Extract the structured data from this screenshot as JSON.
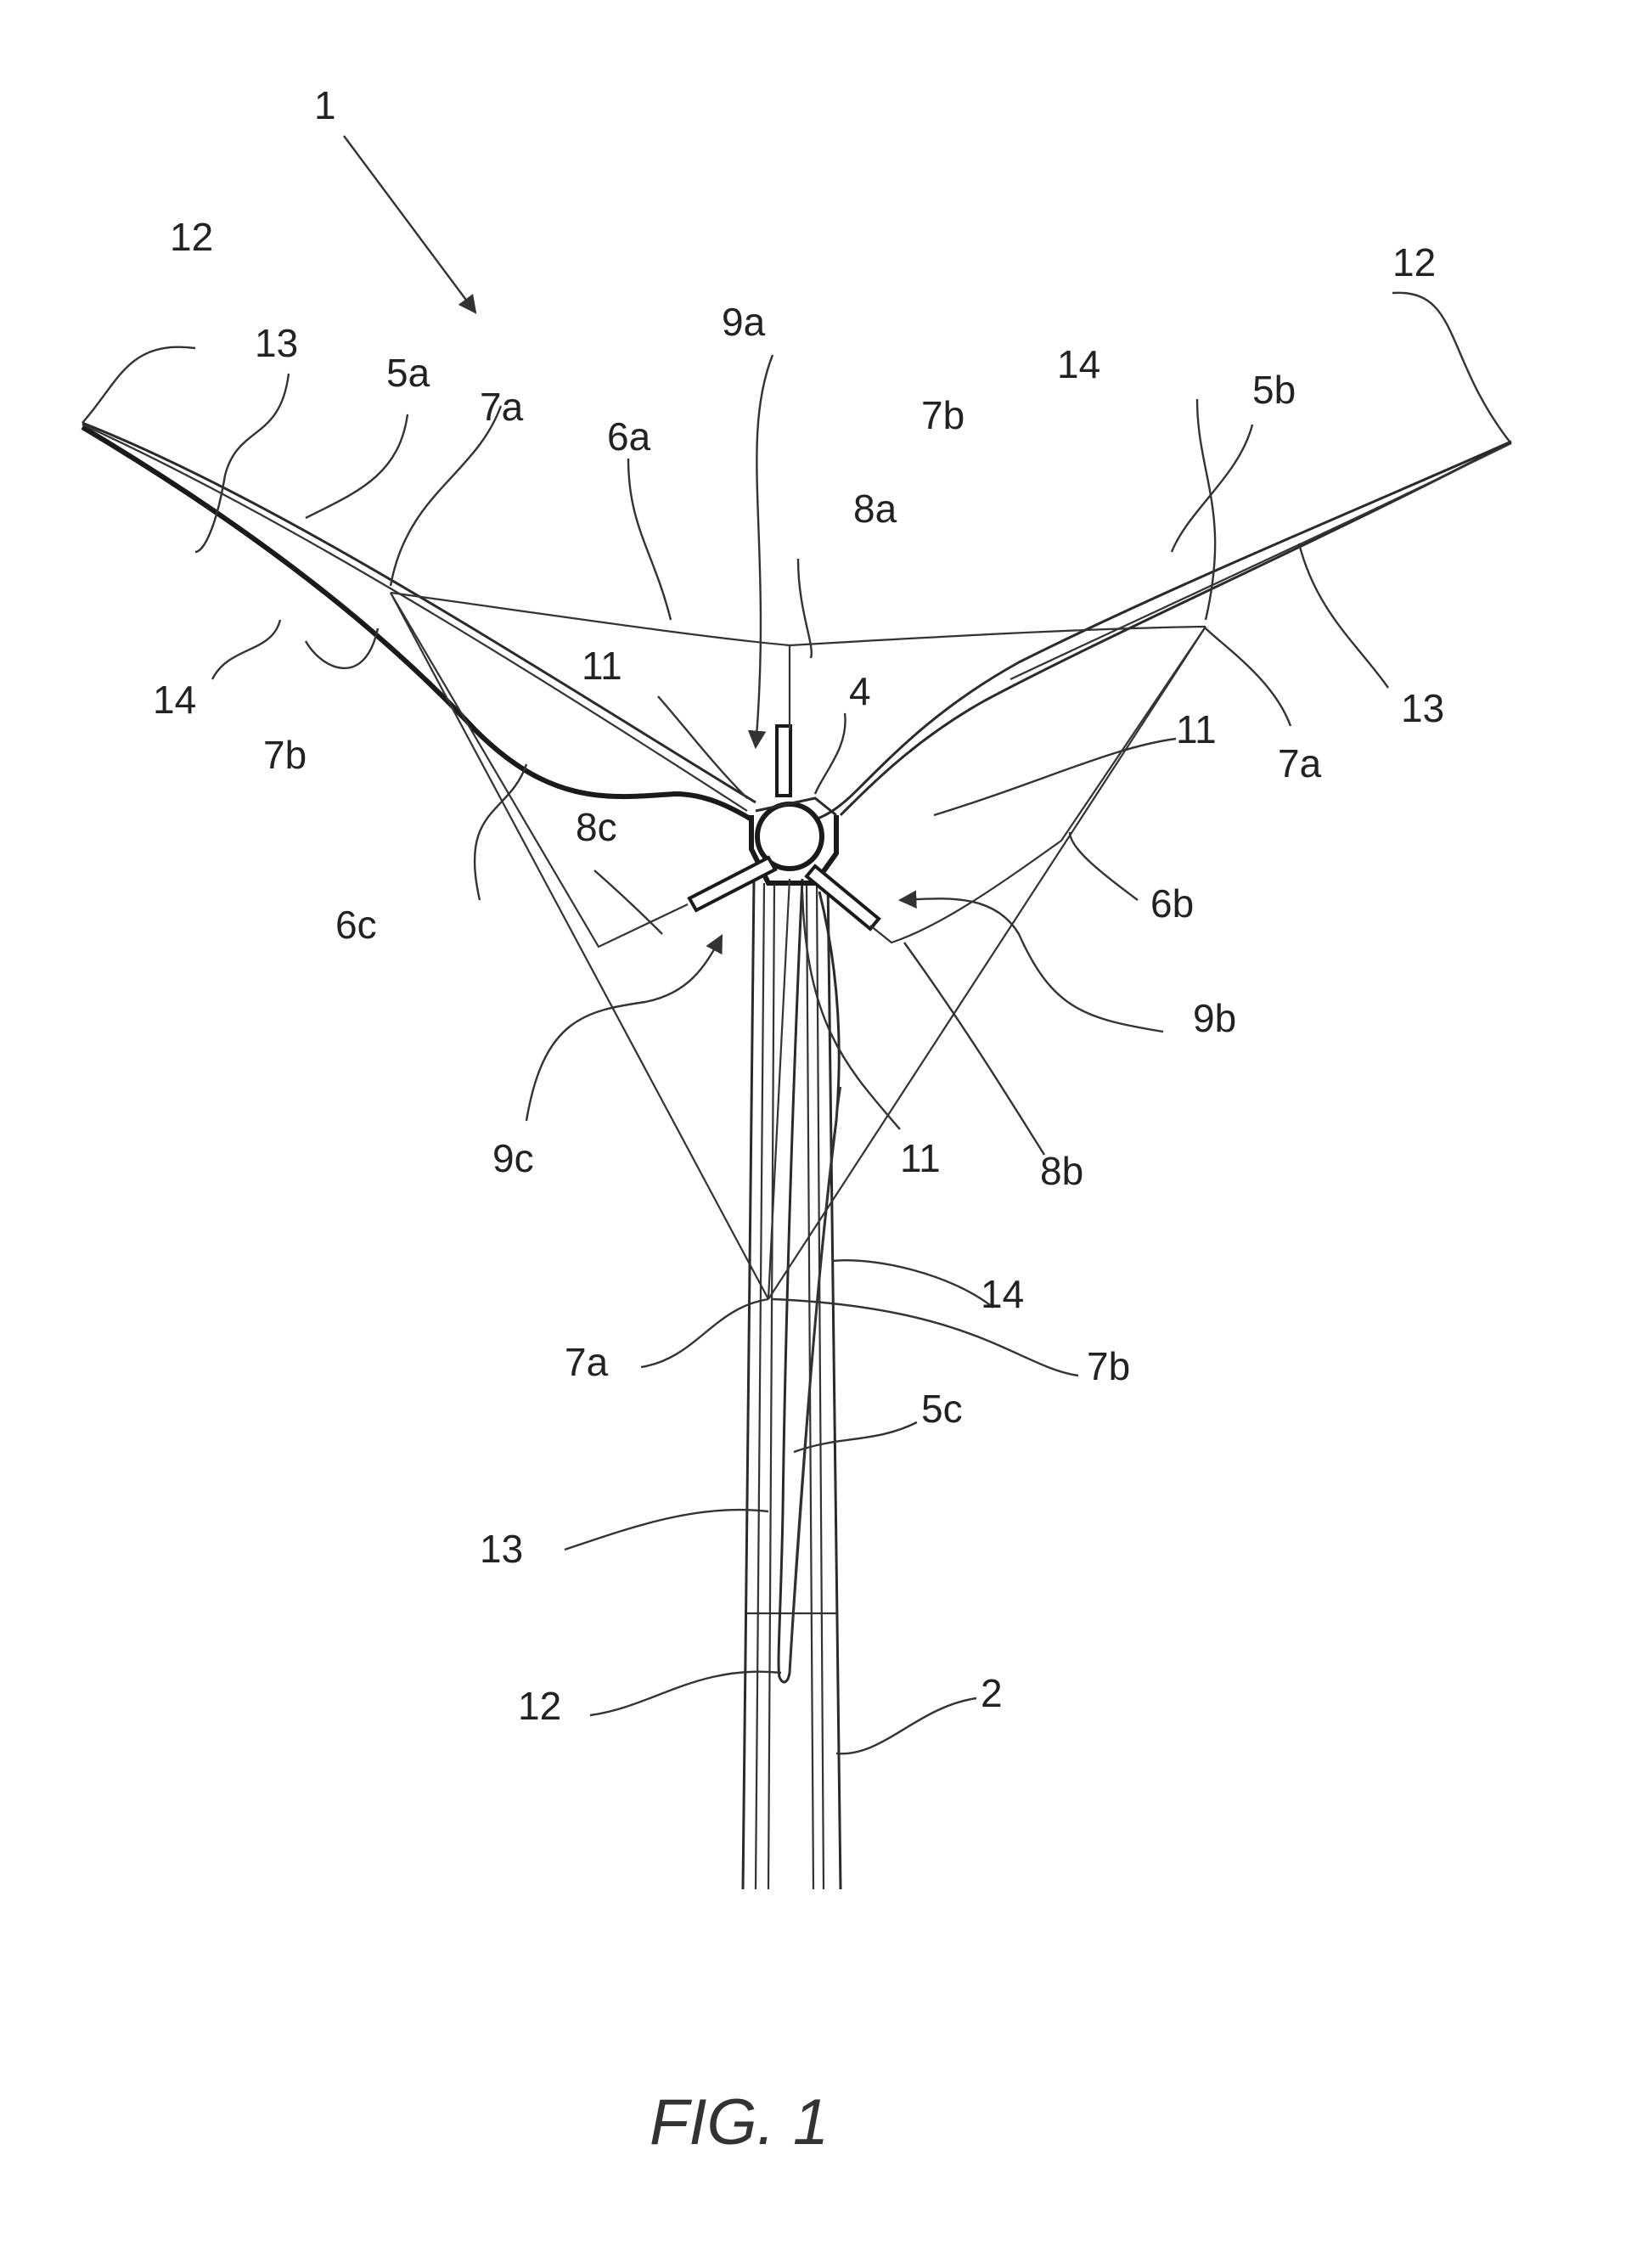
{
  "figure": {
    "caption": "FIG. 1"
  },
  "labels": {
    "l_1": "1",
    "l_12_left": "12",
    "l_13_left": "13",
    "l_5a": "5a",
    "l_7a_left": "7a",
    "l_6a": "6a",
    "l_9a": "9a",
    "l_8a": "8a",
    "l_4": "4",
    "l_11_top": "11",
    "l_14_left": "14",
    "l_7b_left": "7b",
    "l_6c": "6c",
    "l_8c": "8c",
    "l_9c": "9c",
    "l_12_right": "12",
    "l_14_right": "14",
    "l_5b": "5b",
    "l_7b_right": "7b",
    "l_13_right": "13",
    "l_7a_right": "7a",
    "l_11_right": "11",
    "l_6b": "6b",
    "l_9b": "9b",
    "l_11_bottom": "11",
    "l_8b": "8b",
    "l_14_center": "14",
    "l_7a_center": "7a",
    "l_7b_center": "7b",
    "l_5c": "5c",
    "l_13_center": "13",
    "l_12_center": "12",
    "l_2": "2"
  }
}
